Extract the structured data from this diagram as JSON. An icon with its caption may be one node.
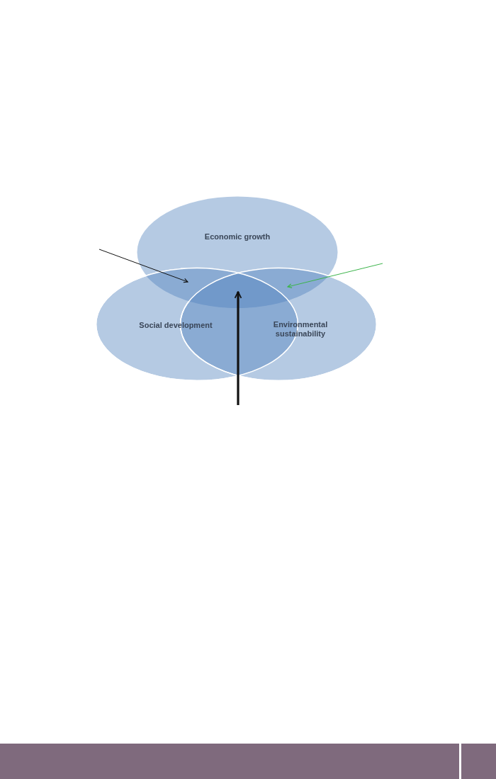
{
  "diagram": {
    "nodes": [
      {
        "text": [
          "Economic growth"
        ]
      },
      {
        "text": [
          "Social development"
        ]
      },
      {
        "text": [
          "Environmental sustainability"
        ]
      },
      {
        "text": [],
        "shape": "lens"
      },
      {
        "text": [],
        "shape": "lens"
      },
      {
        "text": [],
        "shape": "lens"
      }
    ],
    "edges": [
      {
        "from": null,
        "to": 3,
        "arrow": "to"
      },
      {
        "from": null,
        "to": 4,
        "arrow": "to",
        "color": "#3cb44b"
      },
      {
        "from": null,
        "to": 5,
        "arrow": "to",
        "style": "thick"
      }
    ]
  }
}
